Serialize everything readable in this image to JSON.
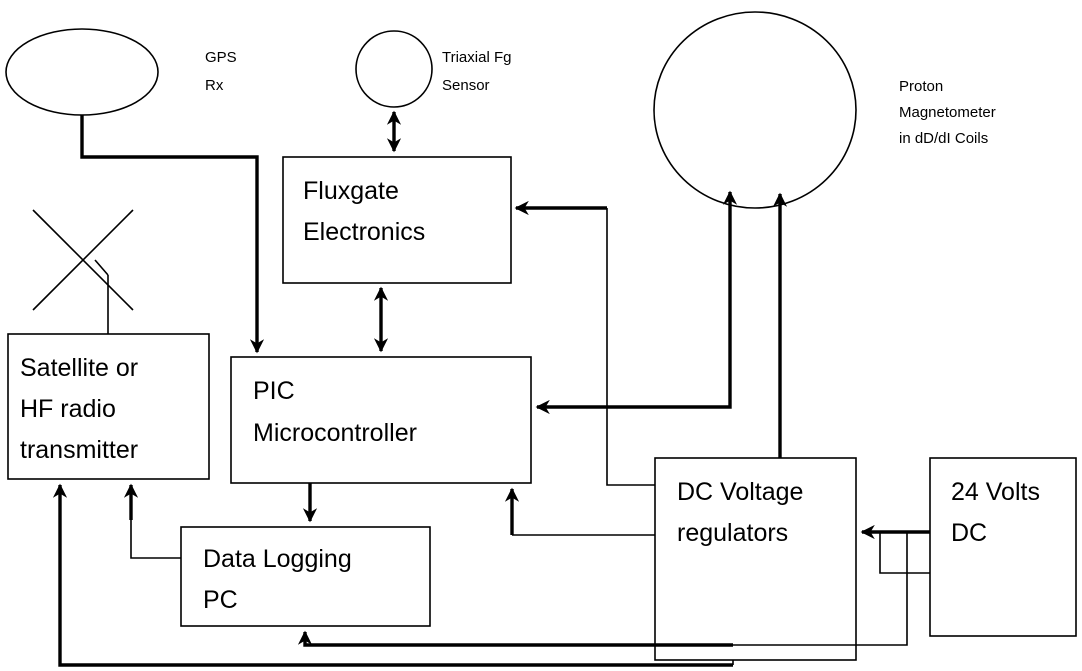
{
  "sensors": {
    "gps": [
      "GPS",
      "Rx"
    ],
    "triaxial": [
      "Triaxial Fg",
      "Sensor"
    ],
    "proton": [
      "Proton",
      "Magnetometer",
      "in dD/dI Coils"
    ]
  },
  "blocks": {
    "fluxgate": [
      "Fluxgate",
      "Electronics"
    ],
    "pic": [
      "PIC",
      "Microcontroller"
    ],
    "satellite": [
      "Satellite or",
      "HF radio",
      "transmitter"
    ],
    "logging": [
      "Data Logging",
      "PC"
    ],
    "regulators": [
      "DC Voltage",
      "regulators"
    ],
    "supply": [
      "24 Volts",
      "DC"
    ]
  }
}
